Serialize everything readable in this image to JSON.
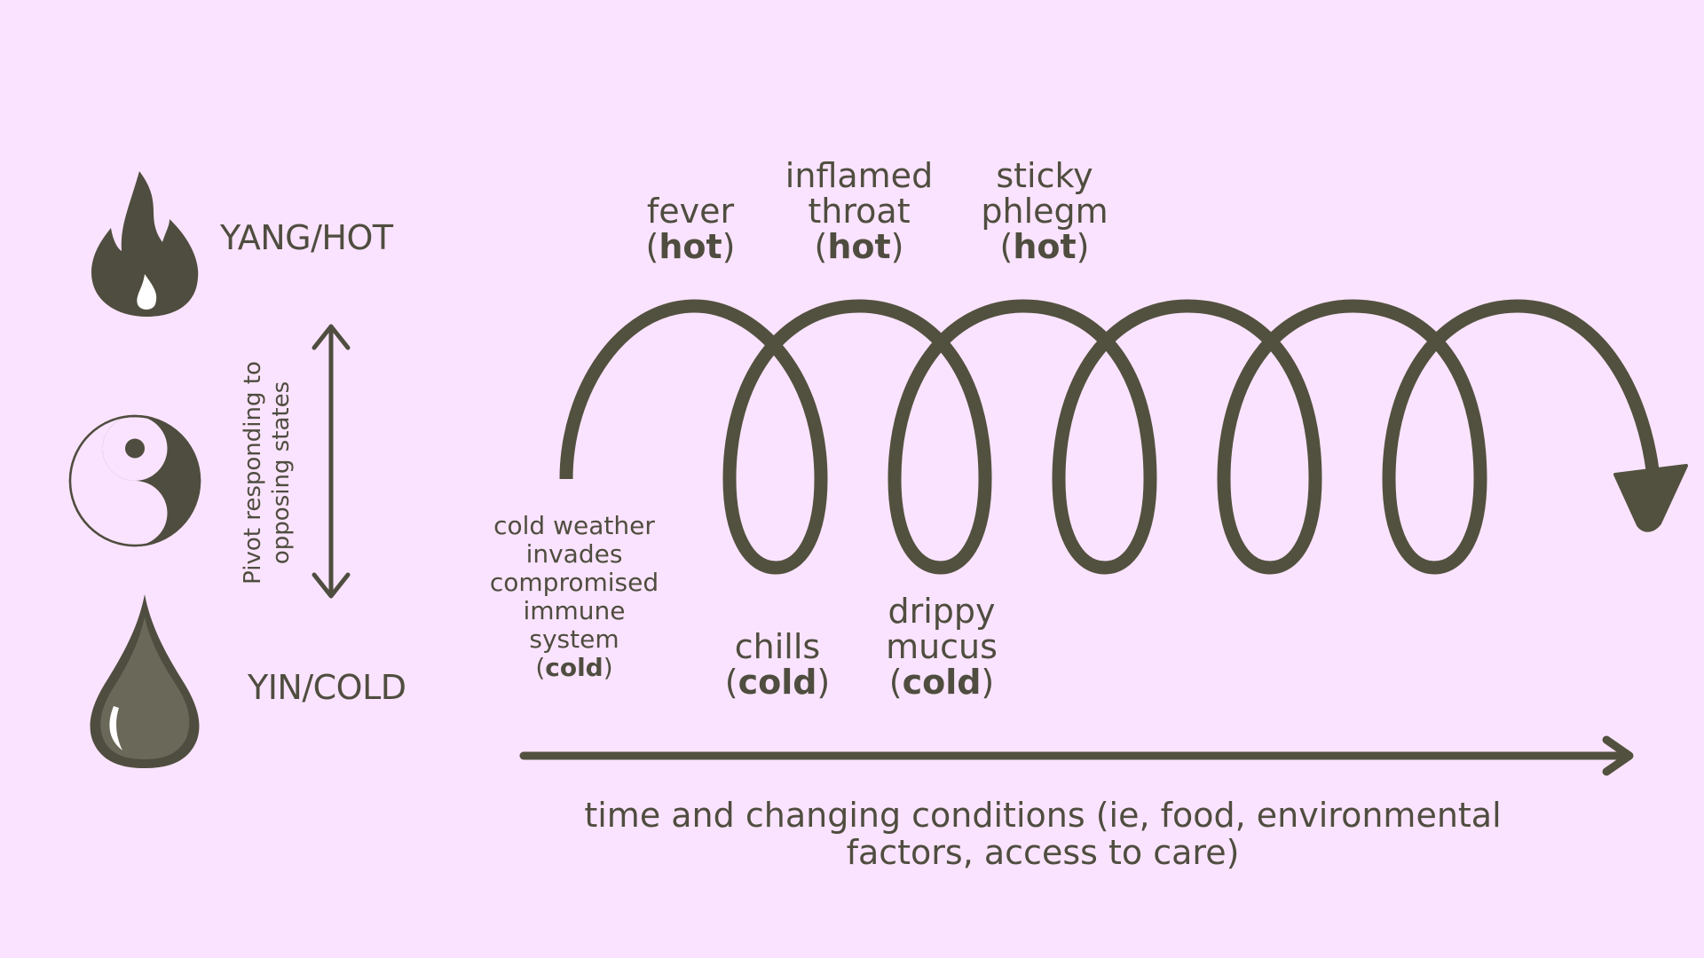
{
  "legend": {
    "yang_label": "YANG/HOT",
    "yin_label": "YIN/COLD",
    "pivot_line1": "Pivot responding to",
    "pivot_line2": "opposing states"
  },
  "annotations": {
    "start": {
      "lines": [
        "cold weather",
        "invades",
        "compromised",
        "immune",
        "system"
      ],
      "state": "cold"
    },
    "fever": {
      "lines": [
        "fever"
      ],
      "state": "hot"
    },
    "throat": {
      "lines": [
        "inflamed",
        "throat"
      ],
      "state": "hot"
    },
    "phlegm": {
      "lines": [
        "sticky",
        "phlegm"
      ],
      "state": "hot"
    },
    "chills": {
      "lines": [
        "chills"
      ],
      "state": "cold"
    },
    "mucus": {
      "lines": [
        "drippy",
        "mucus"
      ],
      "state": "cold"
    }
  },
  "caption": {
    "line1": "time and changing conditions (ie, food, environmental",
    "line2": "factors, access to care)"
  },
  "colors": {
    "background": "#fae3fe",
    "ink": "#4f4d3f",
    "spiral": "#52513f"
  }
}
